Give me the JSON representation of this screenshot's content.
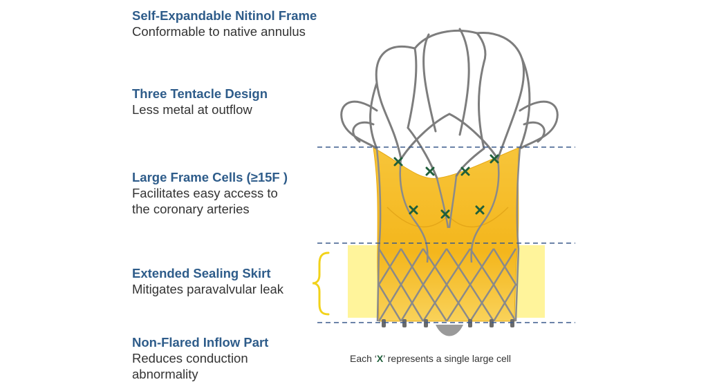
{
  "features": [
    {
      "title": "Self-Expandable Nitinol Frame",
      "desc": [
        "Conformable to native annulus"
      ]
    },
    {
      "title": "Three Tentacle Design",
      "desc": [
        "Less metal at outflow"
      ]
    },
    {
      "title": "Large Frame Cells (≥15F )",
      "desc": [
        "Facilitates easy access to",
        "the coronary arteries"
      ]
    },
    {
      "title": "Extended Sealing Skirt",
      "desc": [
        "Mitigates paravalvular leak"
      ]
    },
    {
      "title": "Non-Flared Inflow Part",
      "desc": [
        "Reduces conduction",
        "abnormality"
      ]
    }
  ],
  "caption": {
    "prefix": "Each ‘",
    "mark": "X",
    "suffix": "’ represents a single large cell"
  },
  "colors": {
    "title": "#2e5c8a",
    "dashed_line": "#3a5a8c",
    "sealing_band": "#fff07a",
    "bracket": "#f2d21a",
    "leaflet": "#f5bd2a",
    "frame": "#7d7d7d",
    "cell_marker": "#1f5f3a"
  }
}
